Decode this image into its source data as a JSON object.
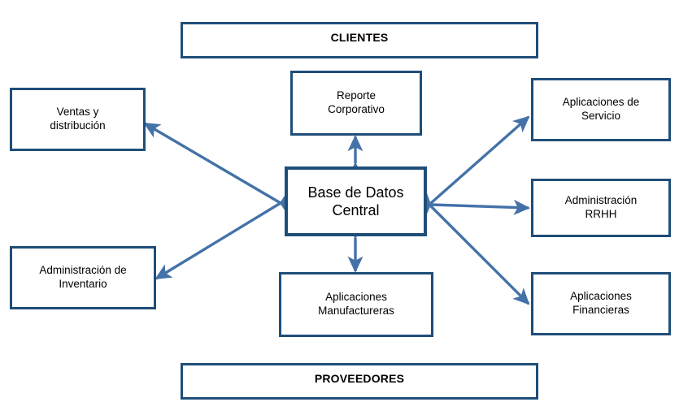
{
  "diagram": {
    "title_band_top": "CLIENTES",
    "title_band_bottom": "PROVEEDORES",
    "center": {
      "label": "Base de Datos\nCentral"
    },
    "nodes": [
      {
        "id": "ventas",
        "label": "Ventas  y\ndistribución"
      },
      {
        "id": "inventario",
        "label": "Administración  de\nInventario"
      },
      {
        "id": "reporte",
        "label": "Reporte\nCorporativo"
      },
      {
        "id": "manufactura",
        "label": "Aplicaciones\nManufactureras"
      },
      {
        "id": "servicio",
        "label": "Aplicaciones  de\nServicio"
      },
      {
        "id": "rrhh",
        "label": "Administración\nRRHH"
      },
      {
        "id": "financieras",
        "label": "Aplicaciones\nFinancieras"
      }
    ],
    "connectors": [
      {
        "from": "ventas",
        "to": "center",
        "style": "double"
      },
      {
        "from": "inventario",
        "to": "center",
        "style": "double"
      },
      {
        "from": "reporte",
        "to": "center",
        "style": "double"
      },
      {
        "from": "manufactura",
        "to": "center",
        "style": "double"
      },
      {
        "from": "center",
        "to": "servicio",
        "style": "single"
      },
      {
        "from": "center",
        "to": "rrhh",
        "style": "single"
      },
      {
        "from": "center",
        "to": "financieras",
        "style": "single"
      }
    ],
    "colors": {
      "box_border": "#1F4E79",
      "arrow": "#4472A8",
      "text": "#000000",
      "background": "#FFFFFF"
    }
  }
}
